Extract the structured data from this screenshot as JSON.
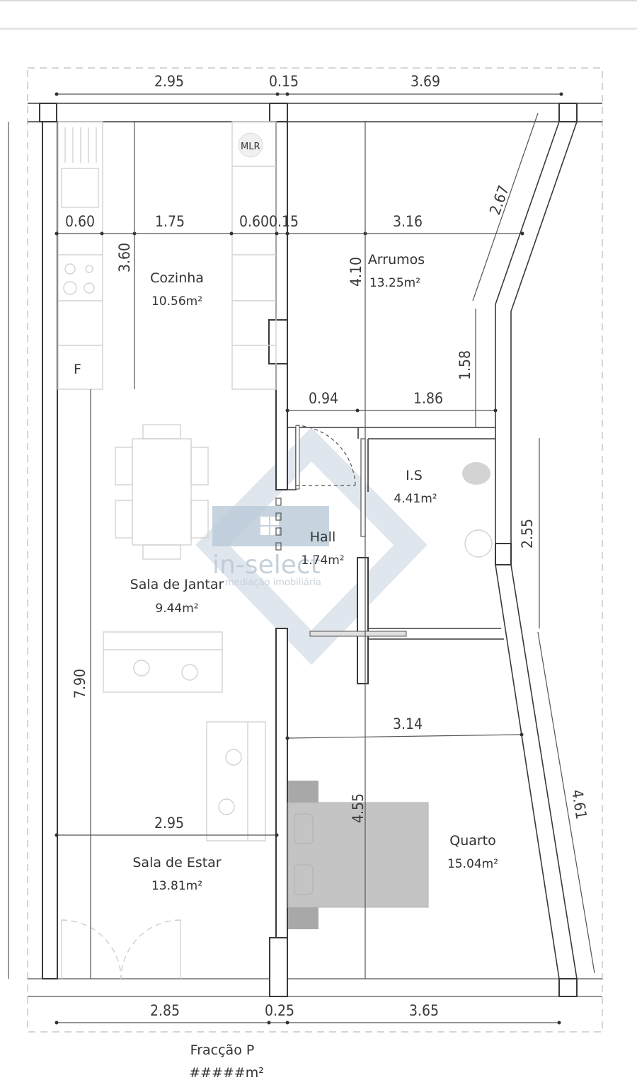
{
  "header": {
    "bar": ""
  },
  "plan": {
    "title": "Fracção P",
    "total_area": "#####m²",
    "watermark": {
      "brand": "in-select",
      "tagline": "mediação imobiliária",
      "color": "#9fb2c4"
    },
    "rooms": [
      {
        "name": "Cozinha",
        "area": "10.56m²"
      },
      {
        "name": "Arrumos",
        "area": "13.25m²"
      },
      {
        "name": "I.S",
        "area": "4.41m²"
      },
      {
        "name": "Hall",
        "area": "1.74m²"
      },
      {
        "name": "Sala de Jantar",
        "area": "9.44m²"
      },
      {
        "name": "Sala de Estar",
        "area": "13.81m²"
      },
      {
        "name": "Quarto",
        "area": "15.04m²"
      }
    ],
    "labels": {
      "mlr": "MLR",
      "fridge": "F"
    },
    "dimensions": {
      "top": [
        "2.95",
        "0.15",
        "3.69"
      ],
      "kitchen_row": [
        "0.60",
        "1.75",
        "0.60",
        "0.15",
        "3.16"
      ],
      "bottom": [
        "2.85",
        "0.25",
        "3.65"
      ],
      "kitchen_height": "3.60",
      "arrumos_height": "4.10",
      "diagonal_top": "2.67",
      "arrumos_step": "1.58",
      "hall_width": "0.94",
      "is_width": "1.86",
      "is_height": "2.55",
      "living_height": "7.90",
      "living_width": "2.95",
      "quarto_width": "3.14",
      "quarto_height": "4.55",
      "diagonal_bottom": "4.61"
    }
  }
}
